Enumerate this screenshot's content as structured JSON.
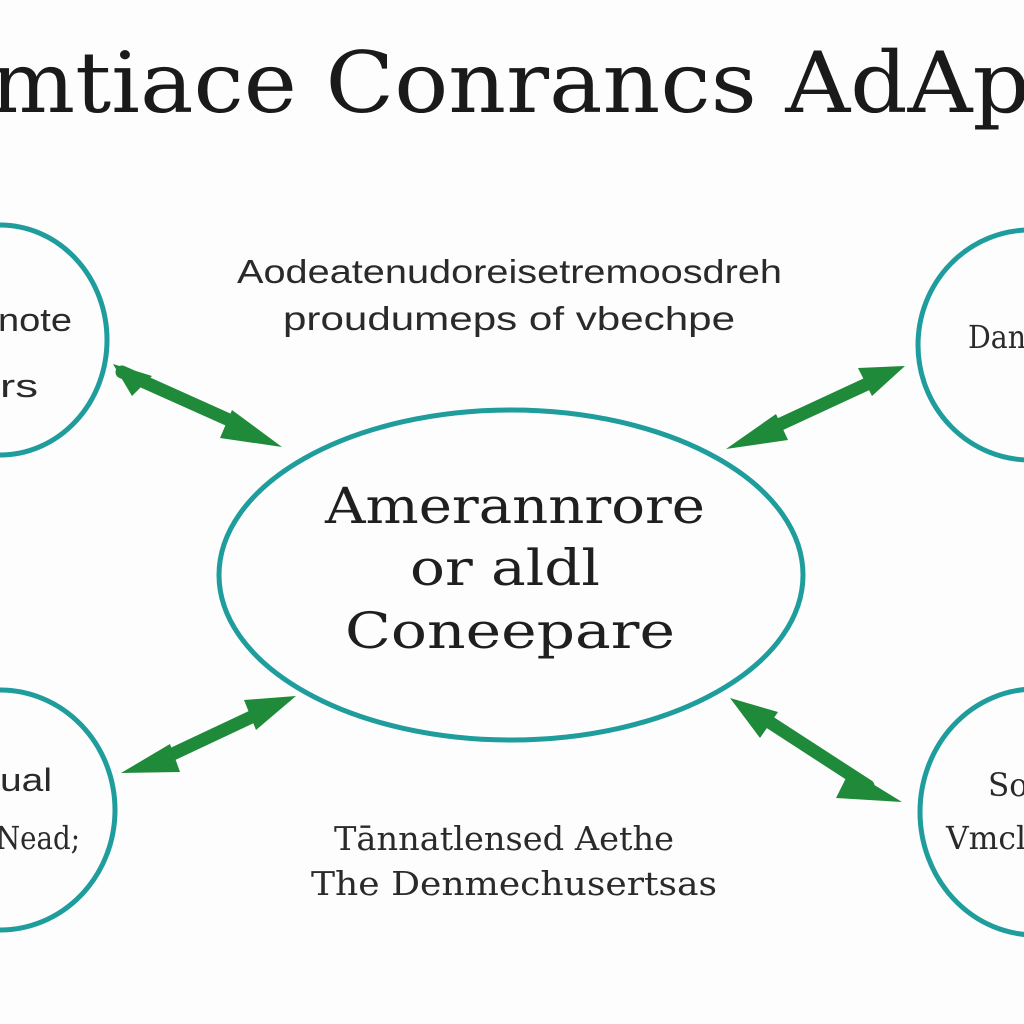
{
  "title": "mtiace Conrancs AdAp",
  "top_caption": {
    "line1": "Aodeatenudoreisetremoosdreh",
    "line2": "proudumeps of vbechpe"
  },
  "center_node": {
    "line1": "Amerannrore",
    "line2": "or aldl",
    "line3": "Coneepare"
  },
  "node_top_left": {
    "line1": "note",
    "line2": "rs"
  },
  "node_top_right": {
    "line1": "Dan"
  },
  "node_bottom_left": {
    "line1": "ual",
    "line2": "Nead;"
  },
  "node_bottom_right": {
    "line1": "So",
    "line2": "Vmcl"
  },
  "bottom_caption": {
    "line1": "Tānnatlensed Aethe",
    "line2": "The Denmechusertsas"
  },
  "colors": {
    "ring": "#1f9c9c",
    "arrow": "#1e8a3a",
    "text": "#1a1a1a",
    "background": "#fdfdfd"
  }
}
